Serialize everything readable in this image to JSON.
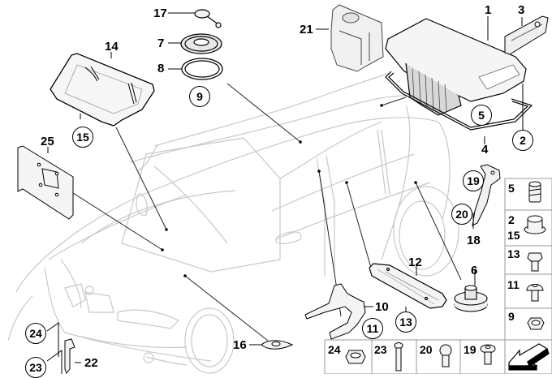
{
  "diagram": {
    "title": "Parts diagram - trunk/engine compartment components",
    "callouts": {
      "c1": "1",
      "c2": "2",
      "c3": "3",
      "c4": "4",
      "c5": "5",
      "c6": "6",
      "c7": "7",
      "c8": "8",
      "c9": "9",
      "c10": "10",
      "c11": "11",
      "c12": "12",
      "c13": "13",
      "c14": "14",
      "c15": "15",
      "c16": "16",
      "c17": "17",
      "c18": "18",
      "c19": "19",
      "c20": "20",
      "c21": "21",
      "c22": "22",
      "c23": "23",
      "c24": "24",
      "c25": "25"
    },
    "circled_callouts": [
      "2",
      "5",
      "9",
      "11",
      "13",
      "15",
      "19",
      "20",
      "23",
      "24"
    ],
    "fastener_legend": {
      "right_column": [
        {
          "labels": [
            "5"
          ],
          "icon": "expanding-nut-icon"
        },
        {
          "labels": [
            "2",
            "15"
          ],
          "icon": "flange-nut-icon"
        },
        {
          "labels": [
            "13"
          ],
          "icon": "hex-bolt-icon"
        },
        {
          "labels": [
            "11"
          ],
          "icon": "pan-head-screw-icon"
        },
        {
          "labels": [
            "9"
          ],
          "icon": "hex-nut-icon"
        }
      ],
      "bottom_row": [
        {
          "labels": [
            "24"
          ],
          "icon": "hex-nut-icon"
        },
        {
          "labels": [
            "23"
          ],
          "icon": "long-screw-icon"
        },
        {
          "labels": [
            "20"
          ],
          "icon": "round-head-screw-icon"
        },
        {
          "labels": [
            "19"
          ],
          "icon": "flange-screw-icon"
        }
      ],
      "arrow_icon": "direction-arrow-icon"
    },
    "colors": {
      "line": "#000000",
      "car_outline": "#c8c8c8",
      "grid": "#9a9a9a",
      "part_fill": "#f2f2f2"
    }
  }
}
